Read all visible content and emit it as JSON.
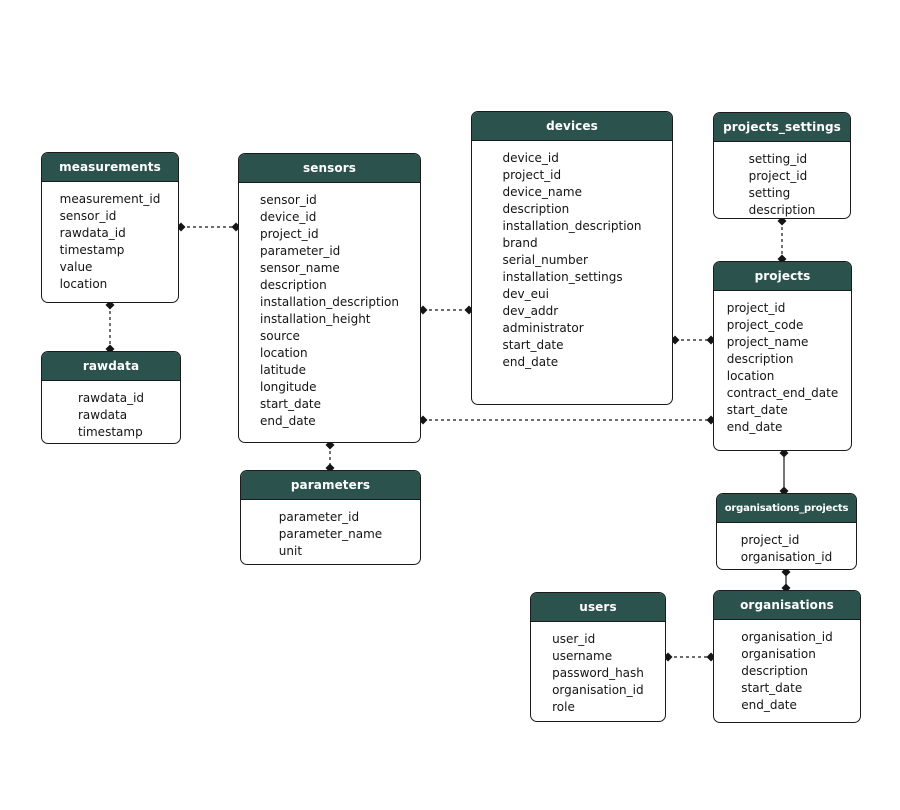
{
  "colors": {
    "header_bg": "#2b524c",
    "header_text": "#ffffff",
    "border": "#1b1b1b",
    "line": "#161616",
    "body_text": "#141414",
    "background": "#ffffff"
  },
  "tables": [
    {
      "name": "measurements",
      "fields": [
        "measurement_id",
        "sensor_id",
        "rawdata_id",
        "timestamp",
        "value",
        "location"
      ]
    },
    {
      "name": "rawdata",
      "fields": [
        "rawdata_id",
        "rawdata",
        "timestamp"
      ]
    },
    {
      "name": "sensors",
      "fields": [
        "sensor_id",
        "device_id",
        "project_id",
        "parameter_id",
        "sensor_name",
        "description",
        "installation_description",
        "installation_height",
        "source",
        "location",
        "latitude",
        "longitude",
        "start_date",
        "end_date"
      ]
    },
    {
      "name": "parameters",
      "fields": [
        "parameter_id",
        "parameter_name",
        "unit"
      ]
    },
    {
      "name": "devices",
      "fields": [
        "device_id",
        "project_id",
        "device_name",
        "description",
        "installation_description",
        "brand",
        "serial_number",
        "installation_settings",
        "dev_eui",
        "dev_addr",
        "administrator",
        "start_date",
        "end_date"
      ]
    },
    {
      "name": "projects_settings",
      "fields": [
        "setting_id",
        "project_id",
        "setting",
        "description"
      ]
    },
    {
      "name": "projects",
      "fields": [
        "project_id",
        "project_code",
        "project_name",
        "description",
        "location",
        "contract_end_date",
        "start_date",
        "end_date"
      ]
    },
    {
      "name": "organisations_projects",
      "fields": [
        "project_id",
        "organisation_id"
      ]
    },
    {
      "name": "users",
      "fields": [
        "user_id",
        "username",
        "password_hash",
        "organisation_id",
        "role"
      ]
    },
    {
      "name": "organisations",
      "fields": [
        "organisation_id",
        "organisation",
        "description",
        "start_date",
        "end_date"
      ]
    }
  ],
  "relationships": [
    {
      "from": "measurements",
      "to": "sensors",
      "line": "dashed"
    },
    {
      "from": "measurements",
      "to": "rawdata",
      "line": "dashed"
    },
    {
      "from": "sensors",
      "to": "devices",
      "line": "dashed"
    },
    {
      "from": "sensors",
      "to": "projects",
      "line": "dashed"
    },
    {
      "from": "sensors",
      "to": "parameters",
      "line": "dashed"
    },
    {
      "from": "devices",
      "to": "projects",
      "line": "dashed"
    },
    {
      "from": "projects_settings",
      "to": "projects",
      "line": "dashed"
    },
    {
      "from": "projects",
      "to": "organisations_projects",
      "line": "solid"
    },
    {
      "from": "organisations_projects",
      "to": "organisations",
      "line": "solid"
    },
    {
      "from": "users",
      "to": "organisations",
      "line": "dashed"
    }
  ]
}
